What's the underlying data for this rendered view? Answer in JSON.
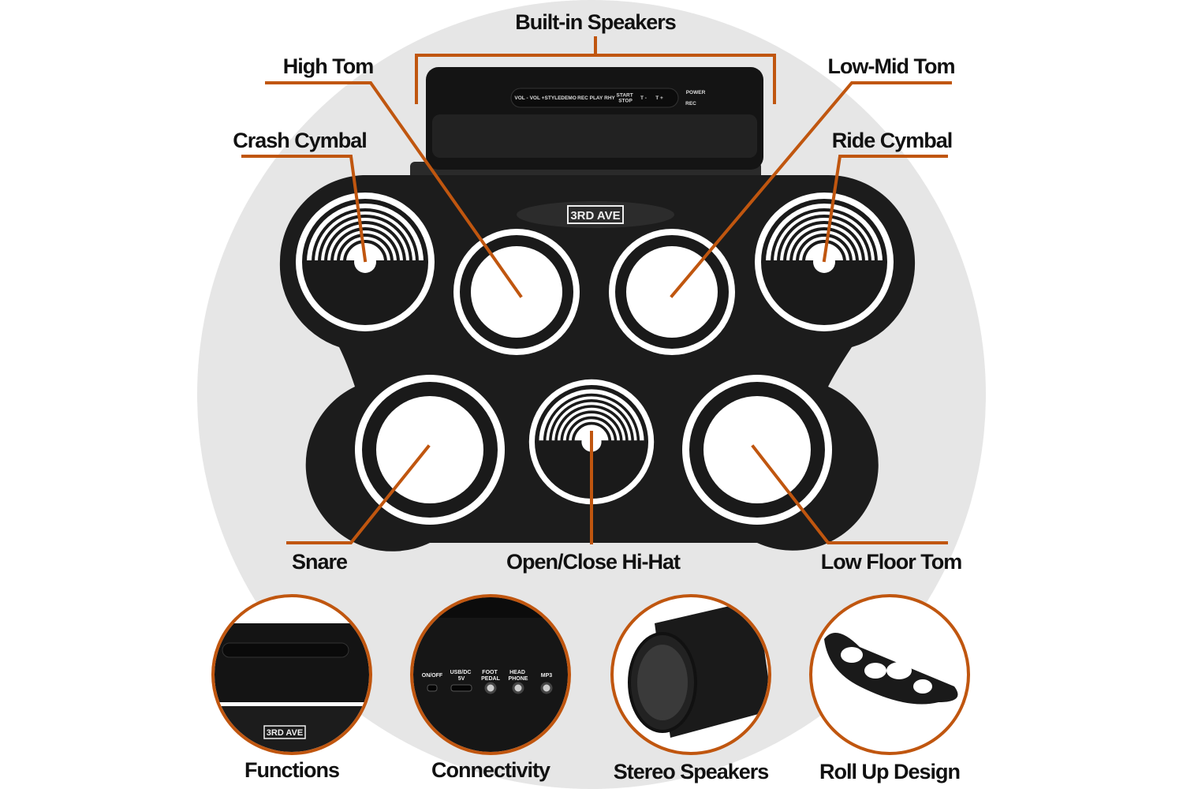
{
  "labels": {
    "speakers": "Built-in Speakers",
    "high_tom": "High Tom",
    "low_mid_tom": "Low-Mid Tom",
    "crash": "Crash Cymbal",
    "ride": "Ride Cymbal",
    "snare": "Snare",
    "hihat": "Open/Close Hi-Hat",
    "floor_tom": "Low Floor Tom"
  },
  "features": [
    {
      "label": "Functions"
    },
    {
      "label": "Connectivity"
    },
    {
      "label": "Stereo Speakers"
    },
    {
      "label": "Roll Up Design"
    }
  ],
  "brand": "3RD AVE",
  "panel_buttons": [
    "VOL -",
    "VOL +",
    "STYLE",
    "DEMO",
    "REC",
    "PLAY",
    "RHY",
    "START STOP",
    "T -",
    "T +"
  ],
  "indicators": [
    "POWER",
    "REC"
  ],
  "ports": [
    "ON/OFF",
    "USB/DC 5V",
    "FOOT PEDAL",
    "HEAD PHONE",
    "MP3"
  ],
  "colors": {
    "accent": "#c0560f",
    "background_circle": "#e6e6e6",
    "pad_body": "#1c1c1c"
  }
}
